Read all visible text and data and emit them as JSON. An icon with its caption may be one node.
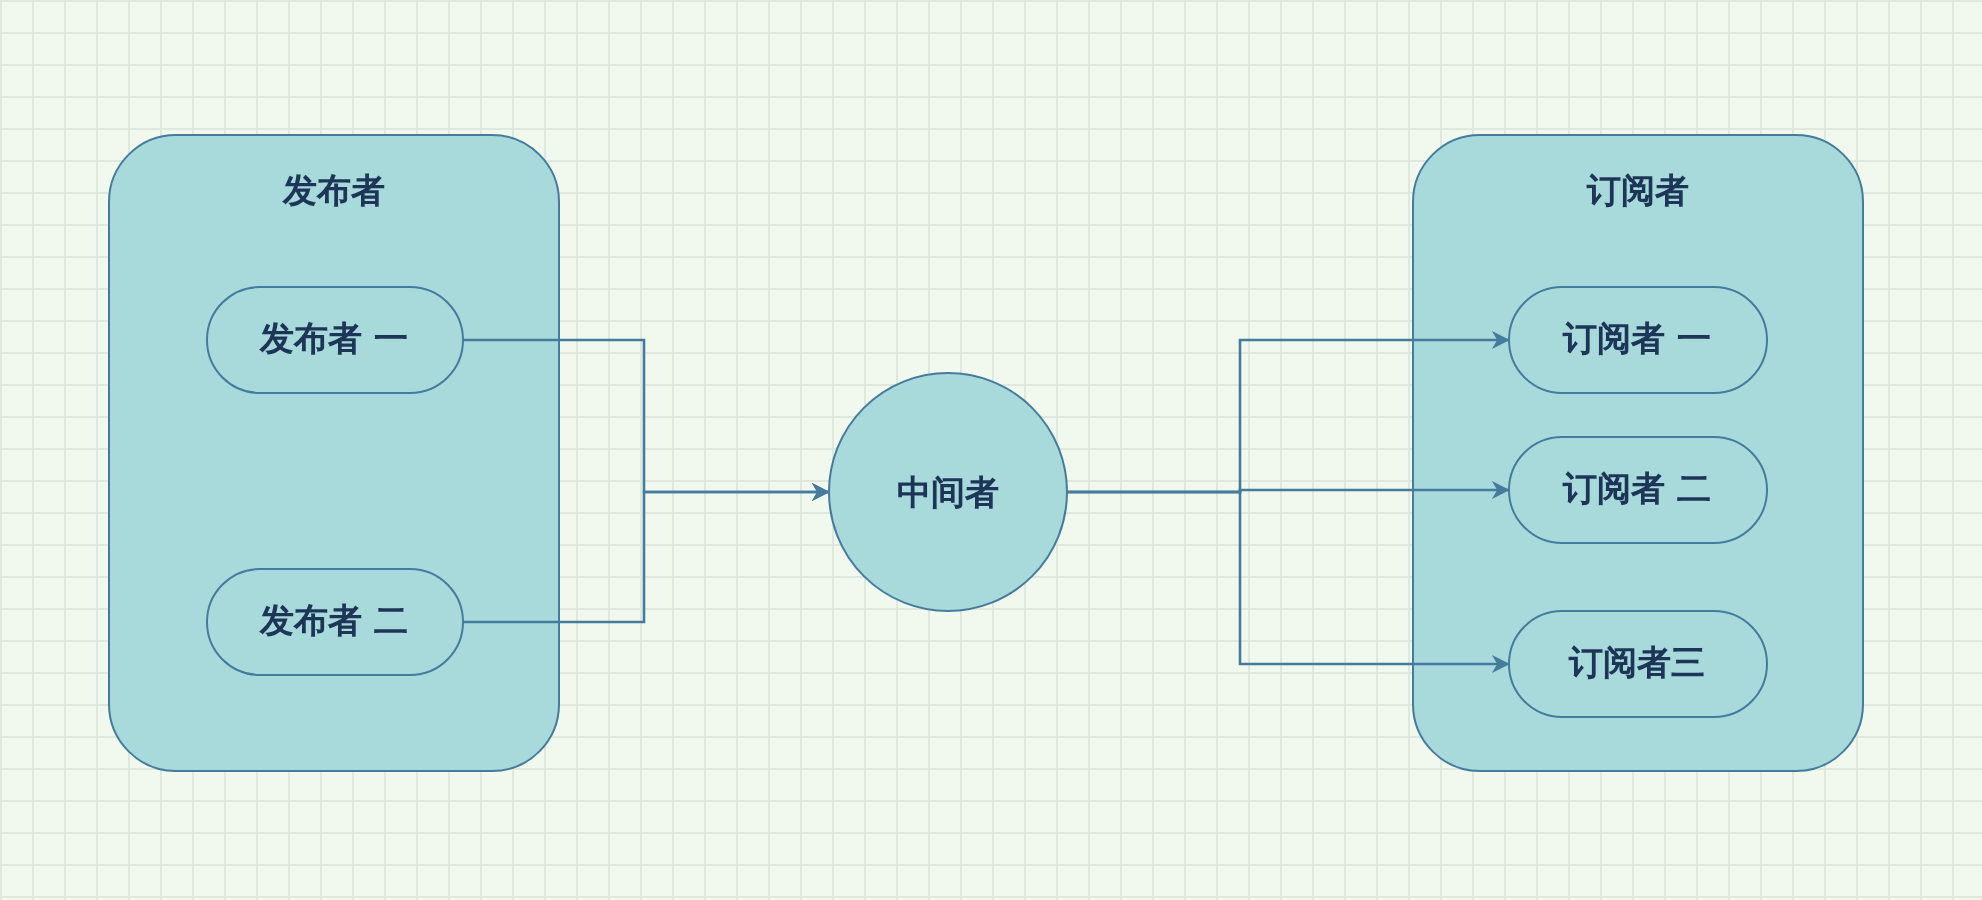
{
  "diagram": {
    "nodes": [
      {
        "text": [
          "发布者"
        ]
      },
      {
        "text": [
          "发布者 一"
        ],
        "in": 0
      },
      {
        "text": [
          "发布者 二"
        ],
        "in": 0
      },
      {
        "text": [
          "中间者"
        ]
      },
      {
        "text": [
          "订阅者"
        ]
      },
      {
        "text": [
          "订阅者 一"
        ],
        "in": 4
      },
      {
        "text": [
          "订阅者 二"
        ],
        "in": 4
      },
      {
        "text": [
          "订阅者三"
        ],
        "in": 4
      }
    ],
    "edges": [
      {
        "from": 1,
        "to": 3,
        "arrow": "to"
      },
      {
        "from": 2,
        "to": 3,
        "arrow": "to"
      },
      {
        "from": 3,
        "to": 5,
        "arrow": "to"
      },
      {
        "from": 3,
        "to": 6,
        "arrow": "to"
      },
      {
        "from": 3,
        "to": 7,
        "arrow": "to"
      }
    ]
  }
}
